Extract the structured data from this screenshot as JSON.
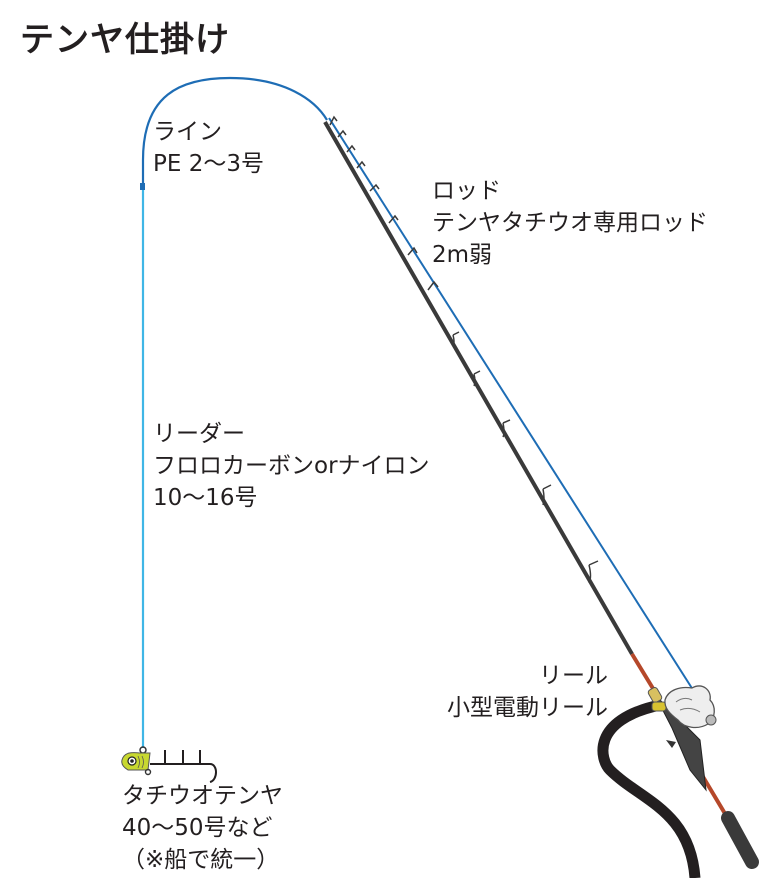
{
  "title": "テンヤ仕掛け",
  "labels": {
    "line": {
      "name": "ライン",
      "spec": "PE 2〜3号"
    },
    "rod": {
      "name": "ロッド",
      "type": "テンヤタチウオ専用ロッド",
      "length": "2m弱"
    },
    "leader": {
      "name": "リーダー",
      "material": "フロロカーボンorナイロン",
      "size": "10〜16号"
    },
    "reel": {
      "name": "リール",
      "type": "小型電動リール"
    },
    "tenya": {
      "name": "タチウオテンヤ",
      "size": "40〜50号など",
      "note": "（※船で統一）"
    }
  },
  "colors": {
    "main_line": "#1e6db5",
    "leader_line": "#3fb6e6",
    "rod": "#3a3a3a",
    "rod_butt": "#b5482a",
    "tenya_head": "#c8d830",
    "text": "#231f20"
  }
}
